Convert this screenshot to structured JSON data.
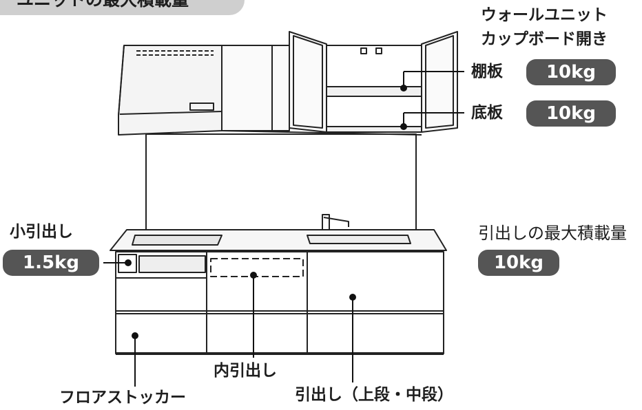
{
  "title": "ユニットの最大積載量",
  "wall_unit": {
    "heading_line1": "ウォールユニット",
    "heading_line2": "カップボード開き",
    "shelf": {
      "label": "棚板",
      "weight": "10kg"
    },
    "bottom": {
      "label": "底板",
      "weight": "10kg"
    }
  },
  "small_drawer": {
    "label": "小引出し",
    "weight": "1.5kg"
  },
  "drawer_max": {
    "label": "引出しの最大積載量",
    "weight": "10kg"
  },
  "bottom_labels": {
    "floor_stocker": "フロアストッカー",
    "inner_drawer": "内引出し",
    "drawers_upper_middle": "引出し（上段・中段）"
  },
  "colors": {
    "badge": "#555555",
    "title_bar": "#cfcfcf",
    "line": "#222222"
  }
}
